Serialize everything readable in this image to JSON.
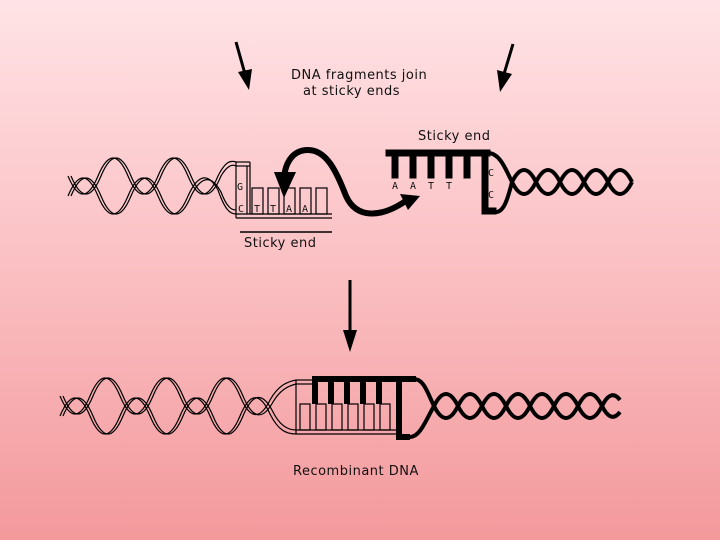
{
  "labels": {
    "join_line1": "DNA fragments join",
    "join_line2": "at sticky ends",
    "sticky_end_top": "Sticky end",
    "sticky_end_bottom": "Sticky end",
    "recombinant": "Recombinant DNA"
  },
  "left_fragment": {
    "top_bases": [
      "G"
    ],
    "bottom_bases": [
      "C",
      "T",
      "T",
      "A",
      "A"
    ]
  },
  "right_fragment": {
    "overhang_bases": [
      "A",
      "A",
      "T",
      "T",
      "C"
    ],
    "paired_bases": [
      "C"
    ]
  }
}
